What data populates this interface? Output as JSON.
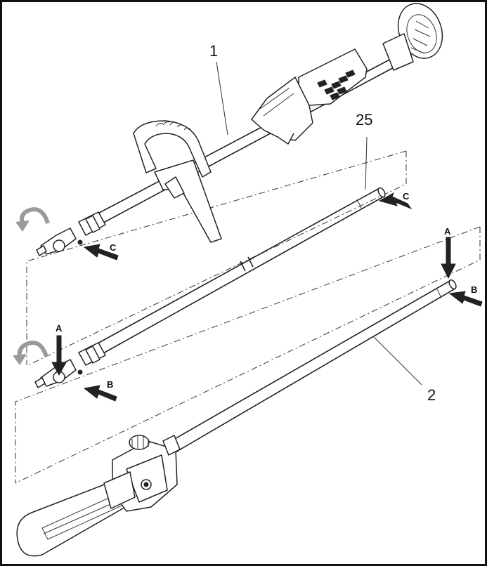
{
  "labels": {
    "part_1": "1",
    "part_2": "2",
    "part_25": "25",
    "arrow_c_top": "C",
    "arrow_c_left": "C",
    "arrow_a_right": "A",
    "arrow_b_right": "B",
    "arrow_a_left": "A",
    "arrow_b_left": "B"
  },
  "colors": {
    "line": "#222222",
    "rotate_arrow": "#9a9a9a",
    "background": "#ffffff"
  },
  "icons": {
    "rotate": "curved-rotate-arrow-icon",
    "insert": "black-arrow-icon"
  }
}
